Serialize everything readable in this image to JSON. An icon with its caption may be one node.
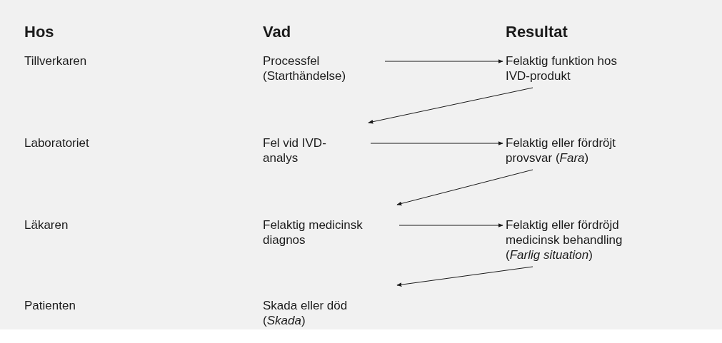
{
  "diagram": {
    "nodes": [
      {
        "text": [
          "Processfel (Starthändelse)"
        ]
      },
      {
        "text": [
          "Felaktig funktion hos IVD-produkt"
        ]
      },
      {
        "text": [
          "Fel vid IVD-analys"
        ]
      },
      {
        "text": [
          "Felaktig eller fördröjt provsvar (*Fara*)"
        ]
      },
      {
        "text": [
          "Felaktig medicinsk diagnos"
        ]
      },
      {
        "text": [
          "Felaktig eller fördröjd medicinsk behandling (*Farlig situation*)"
        ]
      },
      {
        "text": [
          "Skada eller död (*Skada*)"
        ]
      }
    ],
    "edges": [
      {
        "from": 0,
        "to": 1,
        "arrow": "to"
      },
      {
        "from": 1,
        "to": 2,
        "arrow": "to"
      },
      {
        "from": 2,
        "to": 3,
        "arrow": "to"
      },
      {
        "from": 3,
        "to": 4,
        "arrow": "to"
      },
      {
        "from": 4,
        "to": 5,
        "arrow": "to"
      },
      {
        "from": 5,
        "to": 6,
        "arrow": "to"
      }
    ],
    "labels": [
      "Hos",
      "Vad",
      "Resultat",
      "Tillverkaren",
      "Laboratoriet",
      "Läkaren",
      "Patienten"
    ]
  }
}
